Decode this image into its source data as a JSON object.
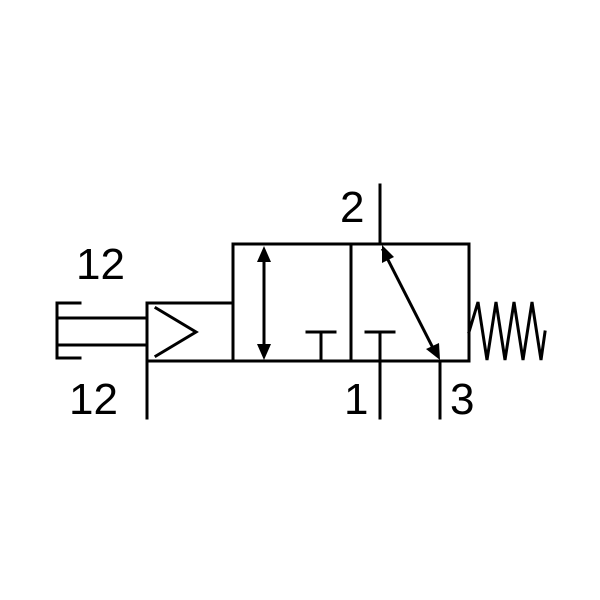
{
  "labels": {
    "pilot_port_top": "12",
    "pilot_port_bottom": "12",
    "port_supply": "1",
    "port_outlet": "2",
    "port_exhaust": "3"
  },
  "colors": {
    "line": "#000000",
    "background": "#ffffff"
  },
  "symbol": {
    "components": [
      "pilot-actuator",
      "valve-position-left",
      "valve-position-right",
      "return-spring"
    ]
  }
}
